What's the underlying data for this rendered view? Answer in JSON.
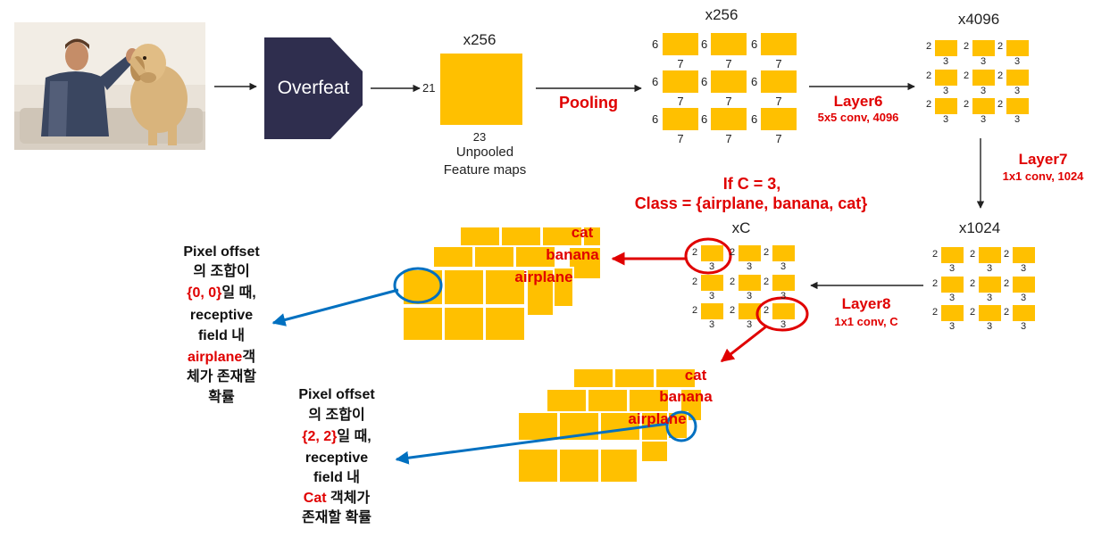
{
  "input": {
    "image_icon": "man-and-dog-high-five-photo"
  },
  "network": {
    "name": "Overfeat"
  },
  "unpooled": {
    "channels": "x256",
    "height": "21",
    "width": "23",
    "caption_line1": "Unpooled",
    "caption_line2": "Feature maps"
  },
  "pooling": {
    "label": "Pooling",
    "channels": "x256",
    "height": "6",
    "width": "7"
  },
  "layer6": {
    "label": "Layer6",
    "desc": "5x5 conv, 4096",
    "channels": "x4096",
    "height": "2",
    "width": "3"
  },
  "layer7": {
    "label": "Layer7",
    "desc": "1x1 conv, 1024",
    "channels": "x1024",
    "height": "2",
    "width": "3"
  },
  "layer8": {
    "label": "Layer8",
    "desc": "1x1 conv, C",
    "channels": "xC",
    "height": "2",
    "width": "3"
  },
  "condition": {
    "line1": "If C = 3,",
    "line2": "Class = {airplane, banana, cat}"
  },
  "classes": [
    "cat",
    "banana",
    "airplane"
  ],
  "note1": {
    "l1": "Pixel offset",
    "l2": "의 조합이",
    "l3_red": "{0, 0}",
    "l3_rest": "일 때,",
    "l4": "receptive",
    "l5": "field 내",
    "l6_red": "airplane",
    "l6_rest": "객",
    "l7": "체가 존재할",
    "l8": "확률"
  },
  "note2": {
    "l1": "Pixel offset",
    "l2": "의 조합이",
    "l3_red": "{2, 2}",
    "l3_rest": "일 때,",
    "l4": "receptive",
    "l5": "field 내",
    "l6_red": "Cat",
    "l6_rest": " 객체가",
    "l7": "존재할 확률"
  },
  "colors": {
    "fmap": "#FFC000",
    "accent": "#E00000",
    "link": "#0070C0",
    "block": "#2F2E4E",
    "text": "#222222"
  }
}
